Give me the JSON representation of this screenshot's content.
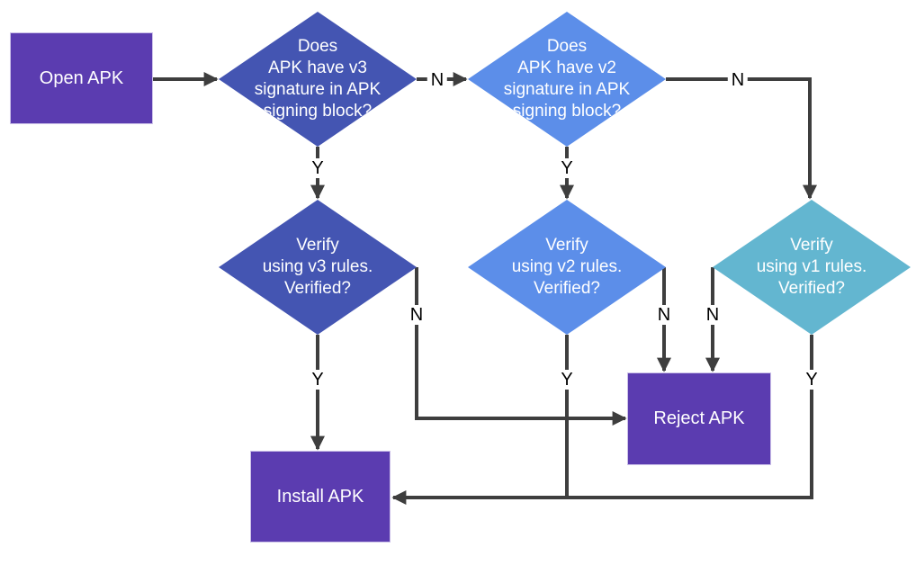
{
  "colors": {
    "process_box": "#5B3CB0",
    "decision_v3": "#4455B2",
    "decision_v2": "#5C8EE9",
    "decision_v1": "#63B6D0",
    "connector": "#3E3E3E",
    "shape_text": "#FFFFFF",
    "edge_label_text": "#000000",
    "background": "#FFFFFF"
  },
  "nodes": {
    "open_apk": {
      "label": "Open APK",
      "shape": "rectangle"
    },
    "has_v3": {
      "label": "Does\nAPK have v3\nsignature in APK\nsigning block?",
      "shape": "diamond"
    },
    "has_v2": {
      "label": "Does\nAPK have v2\nsignature in APK\nsigning block?",
      "shape": "diamond"
    },
    "verify_v3": {
      "label": "Verify\nusing v3 rules.\nVerified?",
      "shape": "diamond"
    },
    "verify_v2": {
      "label": "Verify\nusing v2 rules.\nVerified?",
      "shape": "diamond"
    },
    "verify_v1": {
      "label": "Verify\nusing v1 rules.\nVerified?",
      "shape": "diamond"
    },
    "reject_apk": {
      "label": "Reject APK",
      "shape": "rectangle"
    },
    "install_apk": {
      "label": "Install APK",
      "shape": "rectangle"
    }
  },
  "edges": [
    {
      "from": "open_apk",
      "to": "has_v3",
      "label": ""
    },
    {
      "from": "has_v3",
      "to": "has_v2",
      "label": "N"
    },
    {
      "from": "has_v3",
      "to": "verify_v3",
      "label": "Y"
    },
    {
      "from": "has_v2",
      "to": "verify_v2",
      "label": "Y"
    },
    {
      "from": "has_v2",
      "to": "verify_v1",
      "label": "N"
    },
    {
      "from": "verify_v3",
      "to": "reject_apk",
      "label": "N"
    },
    {
      "from": "verify_v3",
      "to": "install_apk",
      "label": "Y"
    },
    {
      "from": "verify_v2",
      "to": "reject_apk",
      "label": "N"
    },
    {
      "from": "verify_v1",
      "to": "reject_apk",
      "label": "N"
    },
    {
      "from": "verify_v2",
      "to": "install_apk",
      "label": "Y"
    },
    {
      "from": "verify_v1",
      "to": "install_apk",
      "label": "Y"
    }
  ]
}
